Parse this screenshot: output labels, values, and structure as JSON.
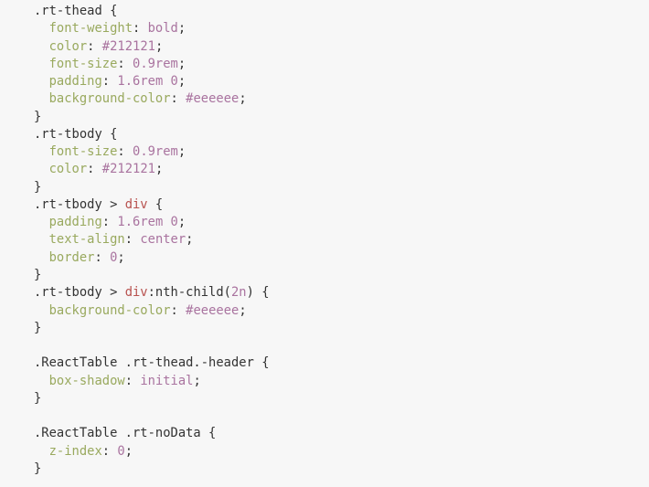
{
  "code": {
    "language": "css",
    "lines": [
      [
        [
          "plain",
          ".rt-thead {"
        ]
      ],
      [
        [
          "plain",
          "  "
        ],
        [
          "prop",
          "font-weight"
        ],
        [
          "plain",
          ": "
        ],
        [
          "val",
          "bold"
        ],
        [
          "plain",
          ";"
        ]
      ],
      [
        [
          "plain",
          "  "
        ],
        [
          "prop",
          "color"
        ],
        [
          "plain",
          ": "
        ],
        [
          "val",
          "#212121"
        ],
        [
          "plain",
          ";"
        ]
      ],
      [
        [
          "plain",
          "  "
        ],
        [
          "prop",
          "font-size"
        ],
        [
          "plain",
          ": "
        ],
        [
          "val",
          "0.9rem"
        ],
        [
          "plain",
          ";"
        ]
      ],
      [
        [
          "plain",
          "  "
        ],
        [
          "prop",
          "padding"
        ],
        [
          "plain",
          ": "
        ],
        [
          "val",
          "1.6rem 0"
        ],
        [
          "plain",
          ";"
        ]
      ],
      [
        [
          "plain",
          "  "
        ],
        [
          "prop",
          "background-color"
        ],
        [
          "plain",
          ": "
        ],
        [
          "val",
          "#eeeeee"
        ],
        [
          "plain",
          ";"
        ]
      ],
      [
        [
          "plain",
          "}"
        ]
      ],
      [
        [
          "plain",
          ".rt-tbody {"
        ]
      ],
      [
        [
          "plain",
          "  "
        ],
        [
          "prop",
          "font-size"
        ],
        [
          "plain",
          ": "
        ],
        [
          "val",
          "0.9rem"
        ],
        [
          "plain",
          ";"
        ]
      ],
      [
        [
          "plain",
          "  "
        ],
        [
          "prop",
          "color"
        ],
        [
          "plain",
          ": "
        ],
        [
          "val",
          "#212121"
        ],
        [
          "plain",
          ";"
        ]
      ],
      [
        [
          "plain",
          "}"
        ]
      ],
      [
        [
          "plain",
          ".rt-tbody > "
        ],
        [
          "tag",
          "div"
        ],
        [
          "plain",
          " {"
        ]
      ],
      [
        [
          "plain",
          "  "
        ],
        [
          "prop",
          "padding"
        ],
        [
          "plain",
          ": "
        ],
        [
          "val",
          "1.6rem 0"
        ],
        [
          "plain",
          ";"
        ]
      ],
      [
        [
          "plain",
          "  "
        ],
        [
          "prop",
          "text-align"
        ],
        [
          "plain",
          ": "
        ],
        [
          "val",
          "center"
        ],
        [
          "plain",
          ";"
        ]
      ],
      [
        [
          "plain",
          "  "
        ],
        [
          "prop",
          "border"
        ],
        [
          "plain",
          ": "
        ],
        [
          "val",
          "0"
        ],
        [
          "plain",
          ";"
        ]
      ],
      [
        [
          "plain",
          "}"
        ]
      ],
      [
        [
          "plain",
          ".rt-tbody > "
        ],
        [
          "tag",
          "div"
        ],
        [
          "plain",
          ":nth-child("
        ],
        [
          "val",
          "2n"
        ],
        [
          "plain",
          ") {"
        ]
      ],
      [
        [
          "plain",
          "  "
        ],
        [
          "prop",
          "background-color"
        ],
        [
          "plain",
          ": "
        ],
        [
          "val",
          "#eeeeee"
        ],
        [
          "plain",
          ";"
        ]
      ],
      [
        [
          "plain",
          "}"
        ]
      ],
      [],
      [
        [
          "plain",
          ".ReactTable .rt-thead.-header {"
        ]
      ],
      [
        [
          "plain",
          "  "
        ],
        [
          "prop",
          "box-shadow"
        ],
        [
          "plain",
          ": "
        ],
        [
          "val",
          "initial"
        ],
        [
          "plain",
          ";"
        ]
      ],
      [
        [
          "plain",
          "}"
        ]
      ],
      [],
      [
        [
          "plain",
          ".ReactTable .rt-noData {"
        ]
      ],
      [
        [
          "plain",
          "  "
        ],
        [
          "prop",
          "z-index"
        ],
        [
          "plain",
          ": "
        ],
        [
          "val",
          "0"
        ],
        [
          "plain",
          ";"
        ]
      ],
      [
        [
          "plain",
          "}"
        ]
      ]
    ]
  }
}
